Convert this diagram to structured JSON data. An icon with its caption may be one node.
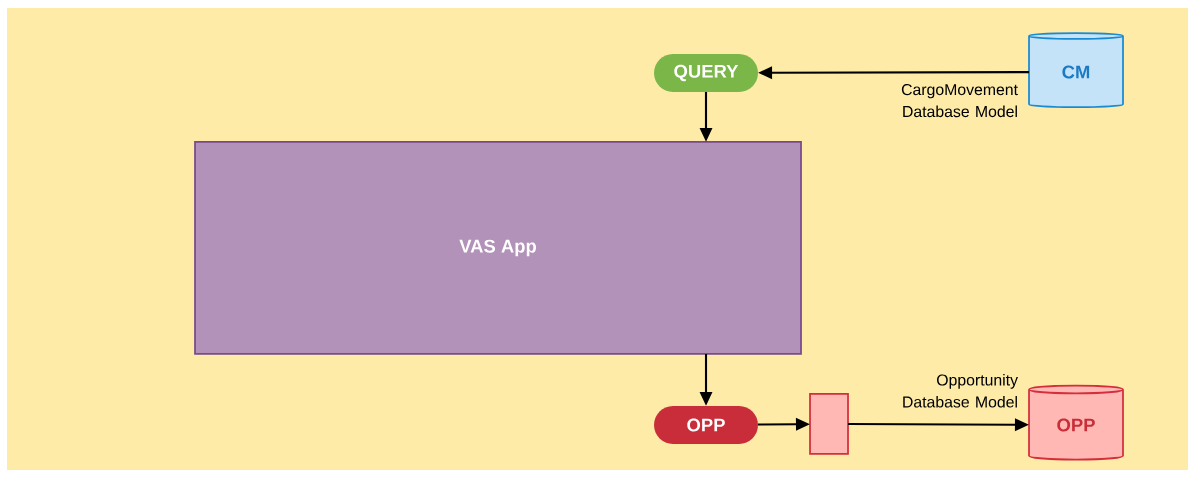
{
  "diagram": {
    "nodes": [
      {
        "text": [
          "QUERY"
        ]
      },
      {
        "text": [
          "CM"
        ],
        "beside": [
          "CargoMovement Database Model"
        ]
      },
      {
        "text": [
          "VAS App"
        ]
      },
      {
        "text": [
          "OPP"
        ]
      },
      {
        "text": [],
        "shape": "box"
      },
      {
        "text": [
          "OPP"
        ],
        "beside": [
          "Opportunity Database Model"
        ]
      }
    ],
    "edges": [
      {
        "from": 1,
        "to": 0,
        "arrow": "to"
      },
      {
        "from": 0,
        "to": 2,
        "arrow": "to"
      },
      {
        "from": 2,
        "to": 3,
        "arrow": "to"
      },
      {
        "from": 3,
        "to": 4,
        "arrow": "to"
      },
      {
        "from": 4,
        "to": 5,
        "arrow": "to"
      }
    ]
  }
}
